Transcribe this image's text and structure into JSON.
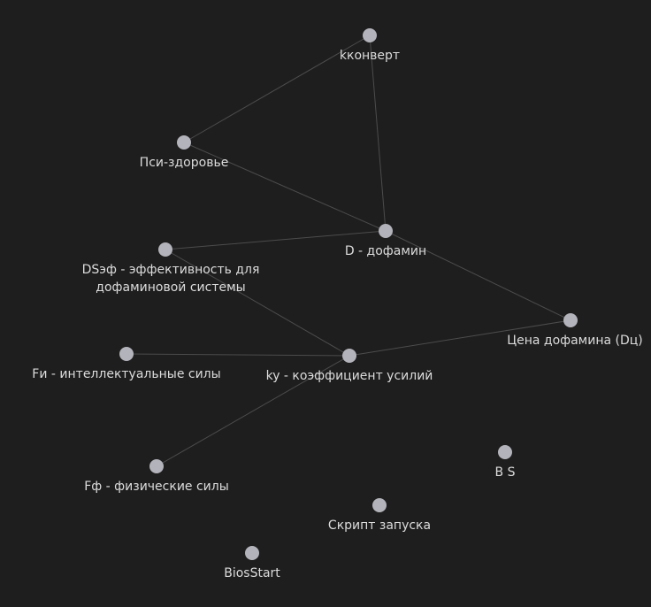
{
  "graph": {
    "nodes": [
      {
        "id": "kkonvert",
        "label": "kконверт"
      },
      {
        "id": "psi",
        "label": "Пси-здоровье"
      },
      {
        "id": "dopamine",
        "label": "D - дофамин"
      },
      {
        "id": "dseff",
        "label": "DSэф - эффективность для\nдофаминовой системы"
      },
      {
        "id": "price",
        "label": "Цена дофамина (Dц)"
      },
      {
        "id": "fi",
        "label": "Fи - интеллектуальные силы"
      },
      {
        "id": "ky",
        "label": "ky - коэффициент усилий"
      },
      {
        "id": "ff",
        "label": "Fф - физические силы"
      },
      {
        "id": "bs",
        "label": "B S"
      },
      {
        "id": "script",
        "label": "Скрипт запуска"
      },
      {
        "id": "biosstart",
        "label": "BiosStart"
      }
    ],
    "edges": [
      [
        "kkonvert",
        "psi"
      ],
      [
        "kkonvert",
        "dopamine"
      ],
      [
        "psi",
        "dopamine"
      ],
      [
        "dseff",
        "dopamine"
      ],
      [
        "dopamine",
        "price"
      ],
      [
        "dseff",
        "ky"
      ],
      [
        "fi",
        "ky"
      ],
      [
        "ky",
        "price"
      ],
      [
        "ky",
        "ff"
      ]
    ]
  }
}
